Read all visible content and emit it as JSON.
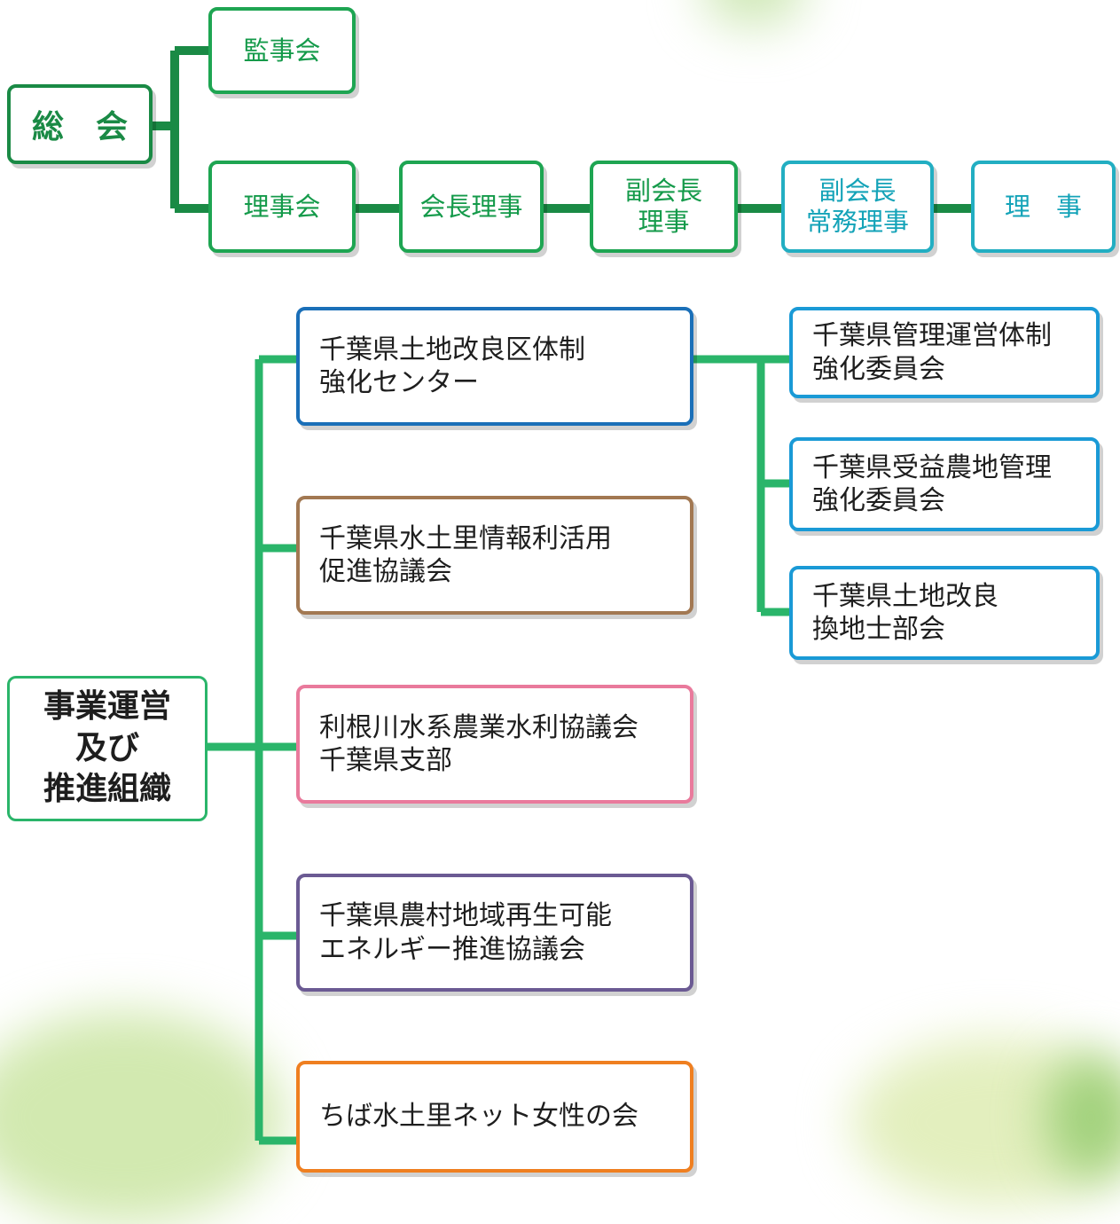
{
  "governance": {
    "general_meeting": "総　会",
    "auditors": "監事会",
    "board": "理事会",
    "chairman": "会長理事",
    "vice_chairman": "副会長\n理事",
    "vice_chairman_executive": "副会長\n常務理事",
    "director": "理　事"
  },
  "business": {
    "root": "事業運営\n及び\n推進組織",
    "center": "千葉県土地改良区体制\n強化センター",
    "center_children": [
      "千葉県管理運営体制\n強化委員会",
      "千葉県受益農地管理\n強化委員会",
      "千葉県土地改良\n換地士部会"
    ],
    "mizutsuchi": "千葉県水土里情報利活用\n促進協議会",
    "tone": "利根川水系農業水利協議会\n千葉県支部",
    "energy": "千葉県農村地域再生可能\nエネルギー推進協議会",
    "women": "ちば水土里ネット女性の会"
  },
  "colors": {
    "main_green": "#1a8a45",
    "line_green": "#2ab56a",
    "box_green": "#1ea552",
    "teal": "#22aec2",
    "blue": "#1a6fb8",
    "sky": "#1a9ad6",
    "brown": "#a27852",
    "pink": "#e97a9c",
    "purple": "#6b5a93",
    "orange": "#ef7f20"
  }
}
